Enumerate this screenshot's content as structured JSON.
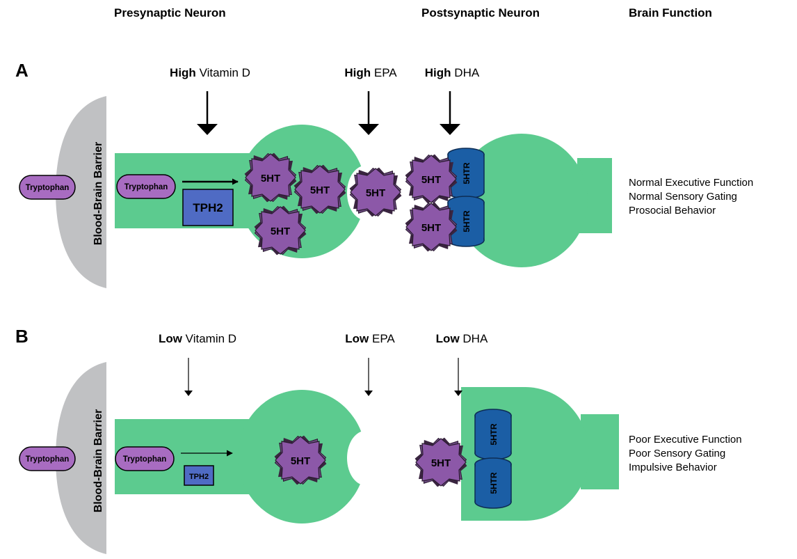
{
  "headers": {
    "presynaptic": "Presynaptic Neuron",
    "postsynaptic": "Postsynaptic Neuron",
    "brain_function": "Brain Function"
  },
  "colors": {
    "neuron_green": "#5ccb8f",
    "barrier_gray": "#c0c1c3",
    "tryptophan_purple": "#a86cc1",
    "serotonin_purple": "#8c58a8",
    "tph2_blue": "#4f6bc4",
    "receptor_blue": "#1b5ea5"
  },
  "panel_a": {
    "letter": "A",
    "barrier_label": "Blood-Brain Barrier",
    "tryptophan_outside": "Tryptophan",
    "tryptophan_inside": "Tryptophan",
    "enzyme": "TPH2",
    "vitd_level": "High",
    "vitd_name": "Vitamin D",
    "epa_level": "High",
    "epa_name": "EPA",
    "dha_level": "High",
    "dha_name": "DHA",
    "serotonin": "5HT",
    "receptor": "5HTR",
    "functions": [
      "Normal Executive Function",
      "Normal Sensory Gating",
      "Prosocial Behavior"
    ]
  },
  "panel_b": {
    "letter": "B",
    "barrier_label": "Blood-Brain Barrier",
    "tryptophan_outside": "Tryptophan",
    "tryptophan_inside": "Tryptophan",
    "enzyme": "TPH2",
    "vitd_level": "Low",
    "vitd_name": "Vitamin D",
    "epa_level": "Low",
    "epa_name": "EPA",
    "dha_level": "Low",
    "dha_name": "DHA",
    "serotonin": "5HT",
    "receptor": "5HTR",
    "functions": [
      "Poor Executive Function",
      "Poor Sensory Gating",
      "Impulsive Behavior"
    ]
  }
}
